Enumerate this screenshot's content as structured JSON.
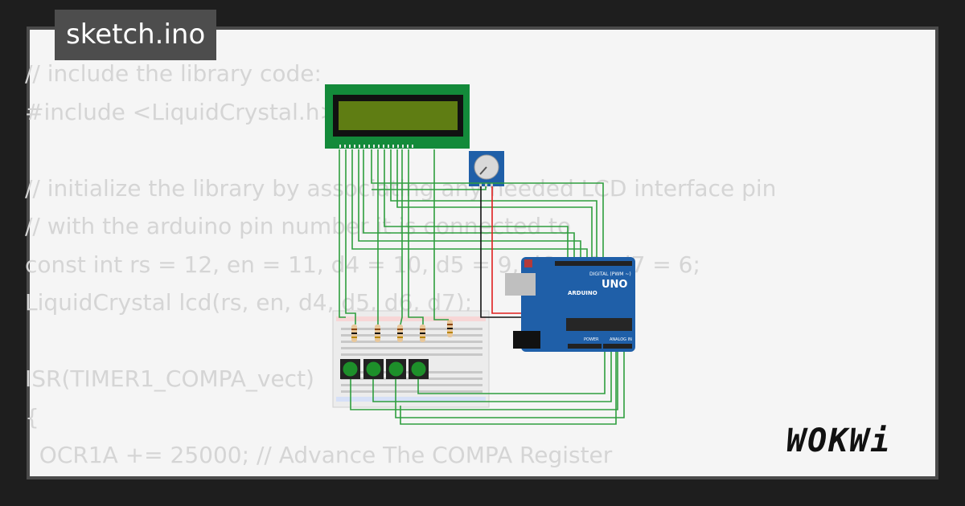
{
  "file_tab": {
    "title": "sketch.ino"
  },
  "code_lines": [
    "// include the library code:",
    "#include <LiquidCrystal.h>",
    "",
    "// initialize the library by associating any needed LCD interface pin",
    "// with the arduino pin number it is connected to",
    "const int rs = 12, en = 11, d4 = 10, d5 = 9, d6 = 8, d7 = 6;",
    "LiquidCrystal lcd(rs, en, d4, d5, d6, d7);",
    "",
    "ISR(TIMER1_COMPA_vect)",
    "{",
    "  OCR1A += 25000; // Advance The COMPA Register"
  ],
  "board": {
    "brand": "ARDUINO",
    "model": "UNO",
    "digital_label": "DIGITAL (PWM ~)",
    "power_label": "POWER",
    "analog_label": "ANALOG IN"
  },
  "logo": {
    "text": "WOKWi"
  },
  "colors": {
    "wire_green": "#2e9e3e",
    "wire_red": "#e0201f",
    "wire_black": "#111111",
    "lcd_pcb": "#138a3a",
    "lcd_screen": "#5f7d13",
    "arduino_blue": "#1f5fa8",
    "button_green": "#1d8f2a"
  }
}
